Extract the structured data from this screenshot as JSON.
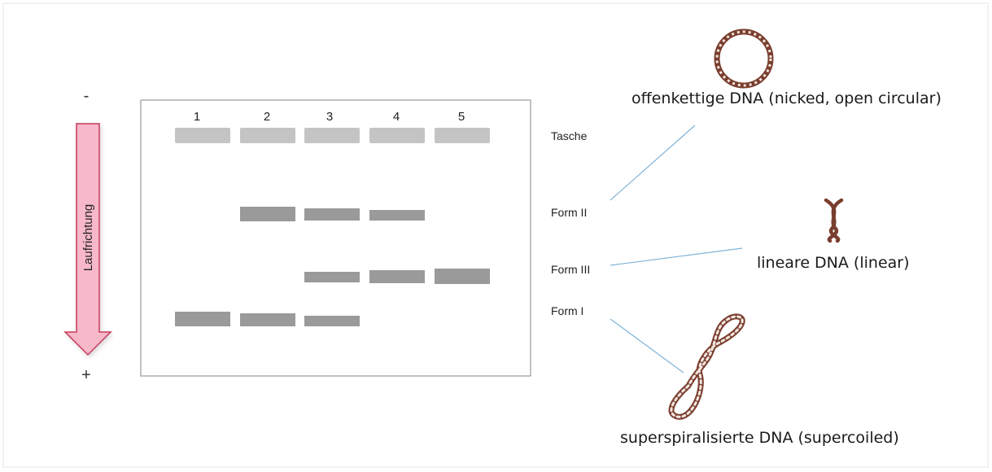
{
  "direction": {
    "minus": "-",
    "plus": "+",
    "label": "Laufrichtung",
    "arrow_fill": "#f7b8c9",
    "arrow_stroke": "#c8385a"
  },
  "gel": {
    "lanes": [
      "1",
      "2",
      "3",
      "4",
      "5"
    ],
    "well_color": "#c4c4c4",
    "band_color": "#9a9a9a",
    "forms": {
      "tasche": "Tasche",
      "form2": "Form II",
      "form3": "Form III",
      "form1": "Form I"
    },
    "bands": {
      "form2": [
        "2",
        "3",
        "4"
      ],
      "form3": [
        "3",
        "4",
        "5"
      ],
      "form1": [
        "1",
        "2",
        "3"
      ]
    }
  },
  "dna": {
    "open_circular": "offenkettige DNA (nicked, open circular)",
    "linear": "lineare DNA (linear)",
    "supercoiled": "superspiralisierte DNA (supercoiled)",
    "strand_color": "#7a3e2e",
    "connector_color": "#7fb3d8"
  }
}
